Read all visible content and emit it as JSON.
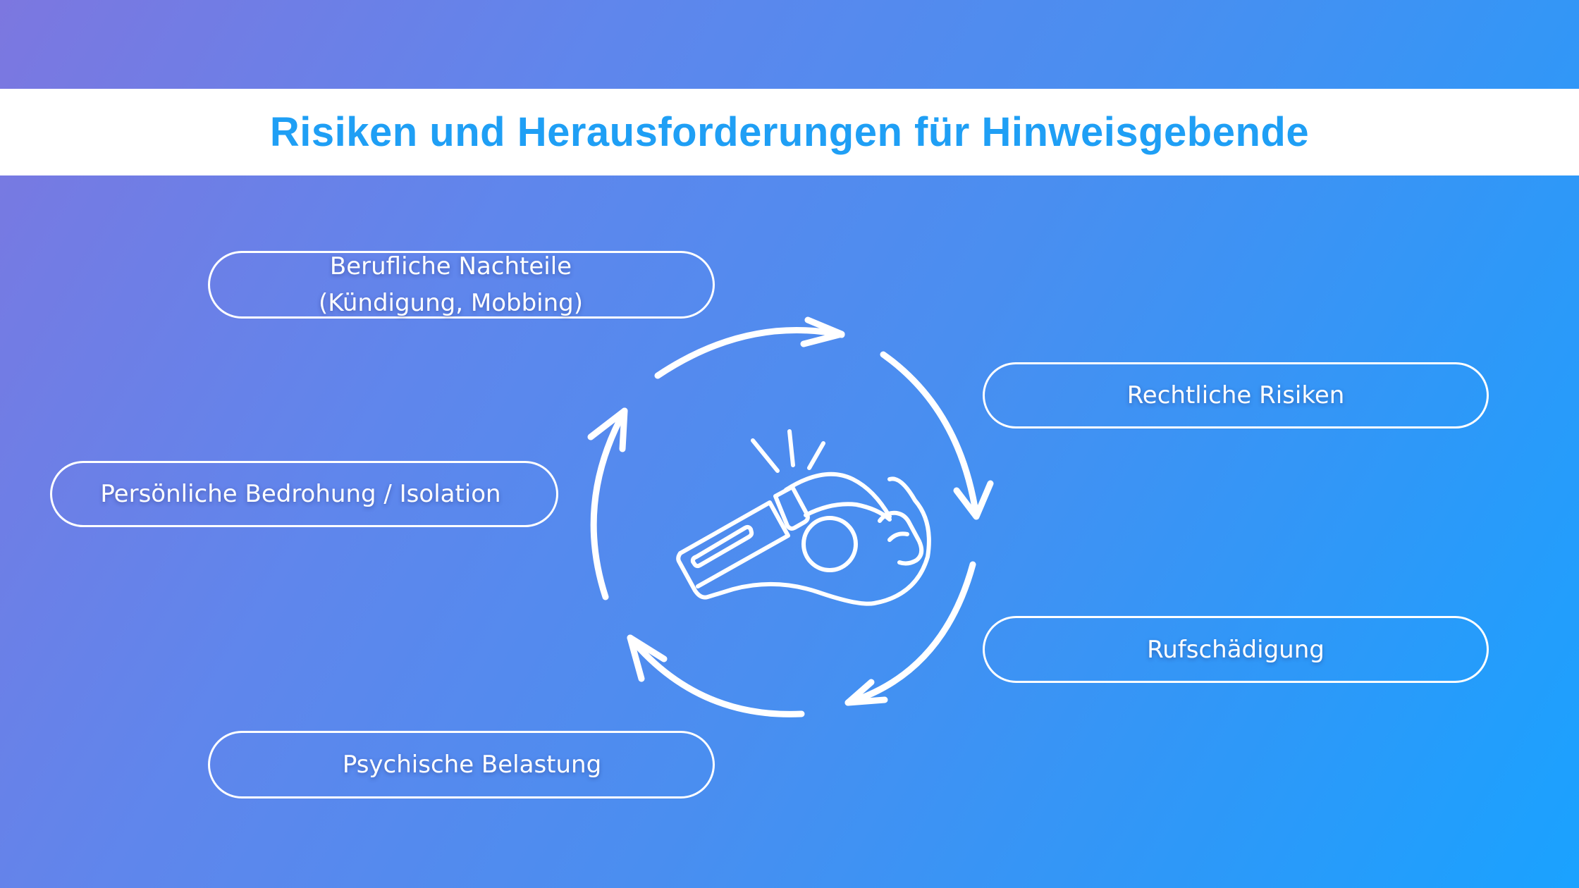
{
  "title": "Risiken und Herausforderungen für Hinweisgebende",
  "center_icon": "whistle-icon",
  "cycle_icon": "circular-arrows-icon",
  "items": [
    {
      "label": "Berufliche Nachteile\n(Kündigung, Mobbing)",
      "line1": "Berufliche Nachteile",
      "line2": "(Kündigung, Mobbing)"
    },
    {
      "label": "Persönliche Bedrohung / Isolation"
    },
    {
      "label": "Rechtliche Risiken"
    },
    {
      "label": "Rufschädigung"
    },
    {
      "label": "Psychische Belastung"
    }
  ],
  "colors": {
    "title": "#1f9ff5",
    "gradient_start": "#7c77e0",
    "gradient_end": "#1aa2ff",
    "band": "#ffffff",
    "outline": "#ffffff"
  }
}
